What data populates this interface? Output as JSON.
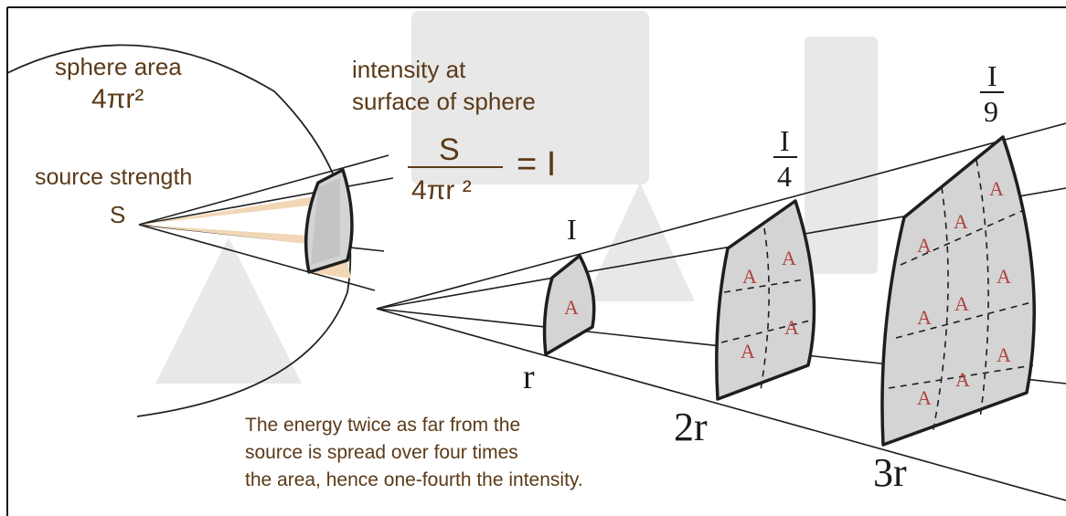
{
  "labels": {
    "sphere_area_title": "sphere area",
    "sphere_area_formula": "4πr²",
    "source_strength": "source strength",
    "source_symbol": "S",
    "intensity_line1": "intensity at",
    "intensity_line2": "surface of sphere",
    "formula_numerator": "S",
    "formula_denominator": "4πr ²",
    "formula_equals": "= I",
    "intensity_r": "I",
    "intensity_2r_num": "I",
    "intensity_2r_den": "4",
    "intensity_3r_num": "I",
    "intensity_3r_den": "9",
    "dist_r": "r",
    "dist_2r": "2r",
    "dist_3r": "3r",
    "area_label": "A",
    "caption_line1": "The energy twice as far from the",
    "caption_line2": "source is spread over four times",
    "caption_line3": "the area, hence one-fourth the intensity."
  },
  "colors": {
    "text": "#5a3a18",
    "patch_fill": "#d4d4d4",
    "area_label": "#b0433f",
    "accent_wedge": "#f1d7b6"
  }
}
